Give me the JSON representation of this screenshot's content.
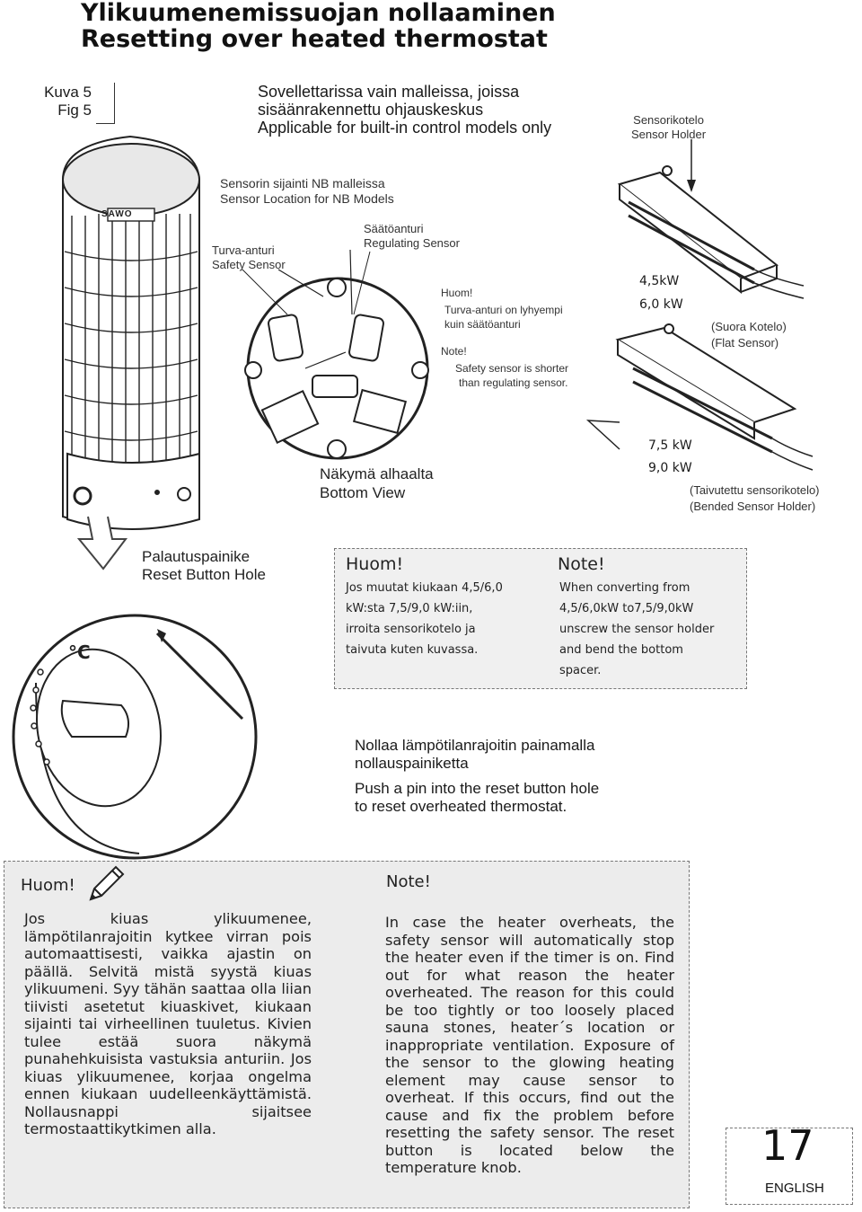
{
  "title": {
    "line1": "Ylikuumenemissuojan nollaaminen",
    "line2": "Resetting over heated thermostat"
  },
  "figure": {
    "fi": "Kuva 5",
    "en": "Fig 5"
  },
  "applicability": {
    "line1": "Sovellettarissa vain malleissa, joissa",
    "line2": "sisäänrakennettu ohjauskeskus",
    "line3": "Applicable for built-in control models only"
  },
  "sensor_holder": {
    "fi": "Sensorikotelo",
    "en": "Sensor Holder"
  },
  "sensor_location": {
    "fi": "Sensorin sijainti NB malleissa",
    "en": "Sensor Location for NB Models"
  },
  "safety_sensor": {
    "fi": "Turva-anturi",
    "en": "Safety Sensor"
  },
  "regulating_sensor": {
    "fi": "Säätöanturi",
    "en": "Regulating Sensor"
  },
  "heater_brand": "SAWO",
  "small_note": {
    "fi_head": "Huom!",
    "fi_line1": "Turva-anturi on lyhyempi",
    "fi_line2": "kuin säätöanturi",
    "en_head": "Note!",
    "en_line1": "Safety sensor is shorter",
    "en_line2": "than regulating sensor."
  },
  "power_small": {
    "a": "4,5kW",
    "b": "6,0 kW"
  },
  "flat_sensor": {
    "fi": "(Suora Kotelo)",
    "en": "(Flat Sensor)"
  },
  "power_large": {
    "a": "7,5 kW",
    "b": "9,0 kW"
  },
  "bended_holder": {
    "fi": "(Taivutettu sensorikotelo)",
    "en": "(Bended Sensor Holder)"
  },
  "bottom_view": {
    "fi": "Näkymä alhaalta",
    "en": "Bottom View"
  },
  "reset_hole": {
    "fi": "Palautuspainike",
    "en": "Reset Button Hole"
  },
  "knob_symbol": "°C",
  "convert_note": {
    "fi_head": "Huom!",
    "fi_lines": [
      "Jos muutat kiukaan 4,5/6,0",
      "kW:sta 7,5/9,0 kW:iin,",
      "irroita sensorikotelo ja",
      "taivuta kuten kuvassa."
    ],
    "en_head": "Note!",
    "en_lines": [
      "When converting from",
      "4,5/6,0kW to7,5/9,0kW",
      "unscrew the sensor holder",
      "and bend the bottom",
      "spacer."
    ]
  },
  "reset_instruction": {
    "fi_line1": "Nollaa lämpötilanrajoitin painamalla",
    "fi_line2": "nollauspainiketta",
    "en_line1": "Push a pin into the reset button hole",
    "en_line2": "to reset overheated thermostat."
  },
  "overheat_note": {
    "fi_head": "Huom!",
    "fi_text": "Jos kiuas ylikuumenee, lämpötilanrajoitin kytkee virran pois automaattisesti, vaikka ajastin on päällä. Selvitä mistä syystä kiuas ylikuumeni. Syy tähän saattaa olla liian tiivisti asetetut kiuaskivet, kiukaan sijainti tai virheellinen tuuletus. Kivien tulee estää suora näkymä punahehkuisista vastuksia anturiin. Jos kiuas ylikuumenee, korjaa ongelma ennen kiukaan uudelleenkäyttämistä. Nollausnappi sijaitsee termostaattikytkimen alla.",
    "en_head": "Note!",
    "en_text": "In case the heater overheats, the safety sensor will automatically stop the heater even if the timer is on. Find out for what reason the heater overheated. The reason for this could be too tightly or too loosely placed sauna stones, heater´s location or inappropriate ventilation. Exposure of the sensor to the glowing heating element may cause sensor to overheat. If this occurs, find out the cause and fix the problem before resetting the safety sensor. The reset button is located below the temperature knob."
  },
  "page_number": "17",
  "language": "ENGLISH"
}
